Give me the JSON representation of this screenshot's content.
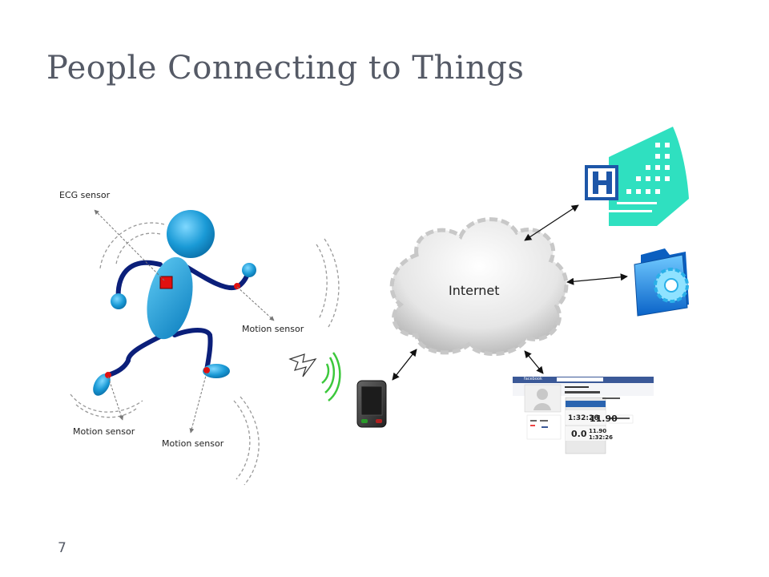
{
  "slide": {
    "title": "People Connecting to Things",
    "page_number": "7"
  },
  "labels": {
    "ecg": "ECG sensor",
    "motion_arm": "Motion sensor",
    "motion_left_foot": "Motion sensor",
    "motion_right_foot": "Motion sensor",
    "internet": "Internet"
  },
  "social_app": {
    "brand": "facebook",
    "time_1": "1:32:26",
    "value_1": "11.90",
    "value_2": "0.0",
    "value_3": "11.90",
    "time_2": "1:32:26"
  },
  "colors": {
    "title": "#555a66",
    "body_blue": "#1a9ad6",
    "limb_navy": "#0b1f7a",
    "sensor_red": "#e01010",
    "hospital_teal": "#2fe0c0",
    "fb_blue": "#3b5998"
  }
}
